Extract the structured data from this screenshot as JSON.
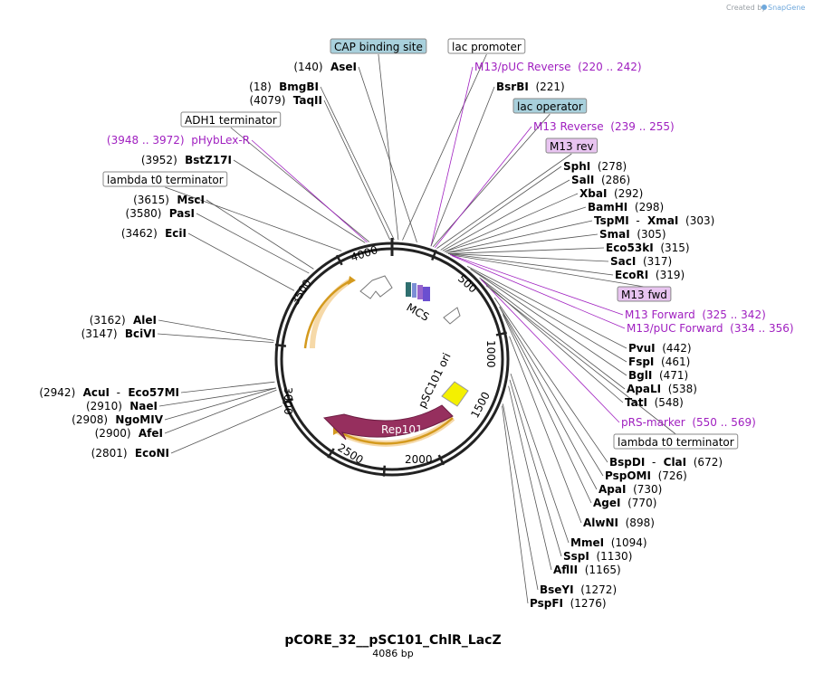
{
  "header": {
    "credit": "Created by",
    "brand": "SnapGene"
  },
  "plasmid": {
    "name": "pCORE_32__pSC101_ChlR_LacZ",
    "length": "4086 bp"
  },
  "ticks": [
    "500",
    "1000",
    "1500",
    "2000",
    "2500",
    "3000",
    "3500",
    "4000"
  ],
  "features": {
    "mcs": "MCS",
    "rep101": "Rep101",
    "ori": "pSC101 ori"
  },
  "labels": [
    {
      "kind": "boxed",
      "fill": "#a8d0dc",
      "text": "CAP binding site"
    },
    {
      "kind": "boxed",
      "fill": "#ffffff",
      "text": "lac promoter"
    },
    {
      "kind": "enzyme",
      "pos": "(140)",
      "name": "AseI"
    },
    {
      "kind": "primer",
      "name": "M13/pUC Reverse",
      "range": "(220 .. 242)"
    },
    {
      "kind": "enzyme",
      "pos": "(18)",
      "name": "BmgBI"
    },
    {
      "kind": "enzyme",
      "pos": "(4079)",
      "name": "TaqII"
    },
    {
      "kind": "enzyme",
      "name": "BsrBI",
      "pos": "(221)"
    },
    {
      "kind": "boxed",
      "fill": "#a8d0dc",
      "text": "lac operator"
    },
    {
      "kind": "boxed",
      "fill": "#ffffff",
      "text": "ADH1 terminator"
    },
    {
      "kind": "primer",
      "name": "M13 Reverse",
      "range": "(239 .. 255)"
    },
    {
      "kind": "primer",
      "range": "(3948 .. 3972)",
      "name": "pHybLex-R"
    },
    {
      "kind": "boxed",
      "fill": "#e8c4f0",
      "text": "M13 rev"
    },
    {
      "kind": "enzyme",
      "pos": "(3952)",
      "name": "BstZ17I"
    },
    {
      "kind": "enzyme",
      "name": "SphI",
      "pos": "(278)"
    },
    {
      "kind": "boxed",
      "fill": "#ffffff",
      "text": "lambda t0 terminator"
    },
    {
      "kind": "enzyme",
      "name": "SalI",
      "pos": "(286)"
    },
    {
      "kind": "enzyme",
      "name": "XbaI",
      "pos": "(292)"
    },
    {
      "kind": "enzyme",
      "pos": "(3615)",
      "name": "MscI"
    },
    {
      "kind": "enzyme",
      "name": "BamHI",
      "pos": "(298)"
    },
    {
      "kind": "enzyme",
      "pos": "(3580)",
      "name": "PasI"
    },
    {
      "kind": "enzyme",
      "name": "TspMI",
      "sep": "-",
      "name2": "XmaI",
      "pos": "(303)"
    },
    {
      "kind": "enzyme",
      "name": "SmaI",
      "pos": "(305)"
    },
    {
      "kind": "enzyme",
      "pos": "(3462)",
      "name": "EciI"
    },
    {
      "kind": "enzyme",
      "name": "Eco53kI",
      "pos": "(315)"
    },
    {
      "kind": "enzyme",
      "name": "SacI",
      "pos": "(317)"
    },
    {
      "kind": "enzyme",
      "name": "EcoRI",
      "pos": "(319)"
    },
    {
      "kind": "boxed",
      "fill": "#e8c4f0",
      "text": "M13 fwd"
    },
    {
      "kind": "primer",
      "name": "M13 Forward",
      "range": "(325 .. 342)"
    },
    {
      "kind": "enzyme",
      "pos": "(3162)",
      "name": "AleI"
    },
    {
      "kind": "primer",
      "name": "M13/pUC Forward",
      "range": "(334 .. 356)"
    },
    {
      "kind": "enzyme",
      "pos": "(3147)",
      "name": "BciVI"
    },
    {
      "kind": "enzyme",
      "name": "PvuI",
      "pos": "(442)"
    },
    {
      "kind": "enzyme",
      "name": "FspI",
      "pos": "(461)"
    },
    {
      "kind": "enzyme",
      "name": "BglI",
      "pos": "(471)"
    },
    {
      "kind": "enzyme",
      "name": "ApaLI",
      "pos": "(538)"
    },
    {
      "kind": "enzyme",
      "pos": "(2942)",
      "name": "AcuI",
      "sep": "-",
      "name2": "Eco57MI"
    },
    {
      "kind": "enzyme",
      "name": "TatI",
      "pos": "(548)"
    },
    {
      "kind": "enzyme",
      "pos": "(2910)",
      "name": "NaeI"
    },
    {
      "kind": "enzyme",
      "pos": "(2908)",
      "name": "NgoMIV"
    },
    {
      "kind": "primer",
      "name": "pRS-marker",
      "range": "(550 .. 569)"
    },
    {
      "kind": "enzyme",
      "pos": "(2900)",
      "name": "AfeI"
    },
    {
      "kind": "boxed",
      "fill": "#ffffff",
      "text": "lambda t0 terminator"
    },
    {
      "kind": "enzyme",
      "pos": "(2801)",
      "name": "EcoNI"
    },
    {
      "kind": "enzyme",
      "name": "BspDI",
      "sep": "-",
      "name2": "ClaI",
      "pos": "(672)"
    },
    {
      "kind": "enzyme",
      "name": "PspOMI",
      "pos": "(726)"
    },
    {
      "kind": "enzyme",
      "name": "ApaI",
      "pos": "(730)"
    },
    {
      "kind": "enzyme",
      "name": "AgeI",
      "pos": "(770)"
    },
    {
      "kind": "enzyme",
      "name": "AlwNI",
      "pos": "(898)"
    },
    {
      "kind": "enzyme",
      "name": "MmeI",
      "pos": "(1094)"
    },
    {
      "kind": "enzyme",
      "name": "SspI",
      "pos": "(1130)"
    },
    {
      "kind": "enzyme",
      "name": "AflII",
      "pos": "(1165)"
    },
    {
      "kind": "enzyme",
      "name": "BseYI",
      "pos": "(1272)"
    },
    {
      "kind": "enzyme",
      "name": "PspFI",
      "pos": "(1276)"
    }
  ]
}
